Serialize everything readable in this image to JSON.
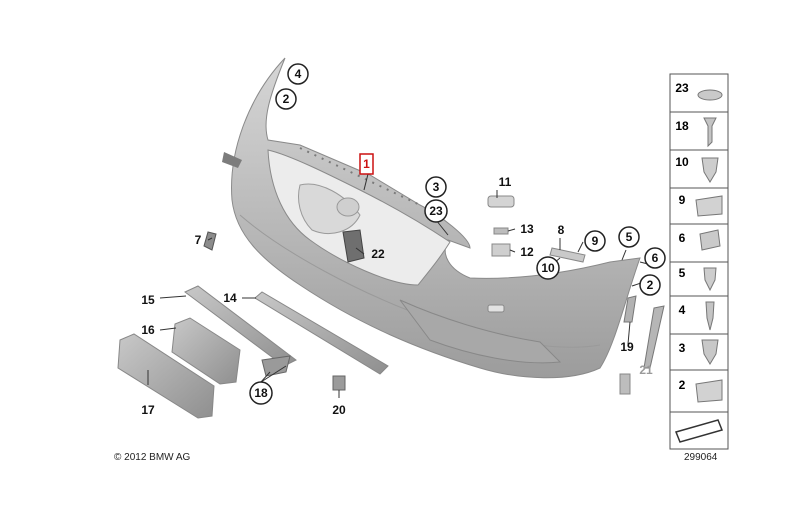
{
  "copyright": "© 2012 BMW AG",
  "diagram_number": "299064",
  "callouts": {
    "c1": "1",
    "c2a": "2",
    "c2b": "2",
    "c3": "3",
    "c4": "4",
    "c5": "5",
    "c6": "6",
    "c7": "7",
    "c8": "8",
    "c9": "9",
    "c10": "10",
    "c11": "11",
    "c12": "12",
    "c13": "13",
    "c14": "14",
    "c15": "15",
    "c16": "16",
    "c17": "17",
    "c18": "18",
    "c19": "19",
    "c20": "20",
    "c21": "21",
    "c22": "22",
    "c23": "23"
  },
  "legend": [
    "23",
    "18",
    "10",
    "9",
    "6",
    "5",
    "4",
    "3",
    "2"
  ],
  "colors": {
    "part_gray": "#b9b9b9",
    "part_dark": "#8e8e8e",
    "highlight_red": "#cc1111",
    "line": "#333333"
  }
}
